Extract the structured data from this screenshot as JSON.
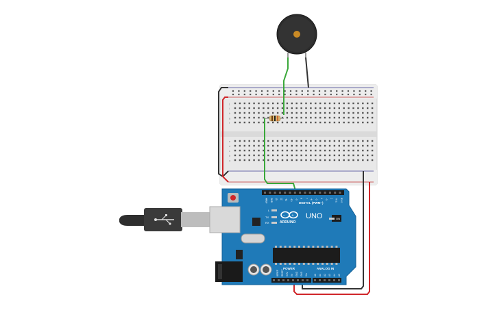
{
  "board": {
    "digital_label": "DIGITAL (PWM~)",
    "brand": "ARDUINO",
    "model": "UNO",
    "power_label": "POWER",
    "analog_label": "ANALOG IN",
    "on_label": "ON",
    "led_l": "L",
    "led_tx": "TX",
    "led_rx": "RX",
    "header_top_labels": [
      "AREF",
      "GND",
      "13",
      "12",
      "~11",
      "~10",
      "~9",
      "8",
      "7",
      "~6",
      "~5",
      "4",
      "~3",
      "2",
      "TX 1",
      "RX 0"
    ],
    "header_power_labels": [
      "IOREF",
      "RESET",
      "3.3V",
      "5V",
      "GND",
      "GND",
      "Vin"
    ],
    "header_analog_labels": [
      "A0",
      "A1",
      "A2",
      "A3",
      "A4",
      "A5"
    ]
  },
  "breadboard": {
    "row_letters_top": [
      "j",
      "i",
      "h",
      "g",
      "f"
    ],
    "row_letters_bottom": [
      "e",
      "d",
      "c",
      "b",
      "a"
    ],
    "column_count": 30
  },
  "colors": {
    "board_blue": "#1f7ab8",
    "wire_red": "#d0262a",
    "wire_black": "#333333",
    "wire_green": "#3aa83a",
    "breadboard": "#e6e6e6",
    "buzzer": "#2a2a2a",
    "usb_plug": "#3a3a3a"
  }
}
